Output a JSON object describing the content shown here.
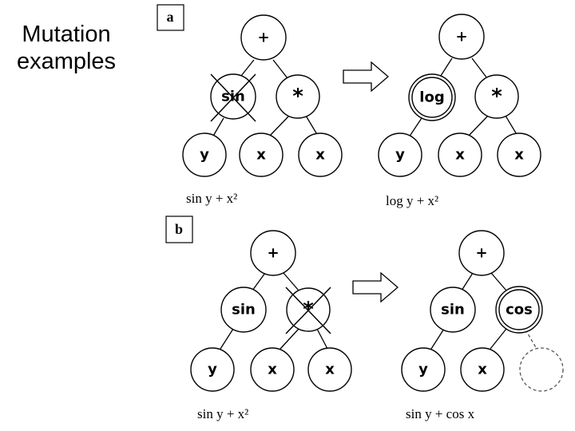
{
  "title": {
    "line1": "Mutation",
    "line2": "examples"
  },
  "panel_a": {
    "letter": "a",
    "before": {
      "root": "+",
      "left": "sin",
      "right": "*",
      "leaf1": "y",
      "leaf2": "x",
      "leaf3": "x",
      "formula": "sin y + x²",
      "crossed_node": "sin"
    },
    "after": {
      "root": "+",
      "left": "log",
      "right": "*",
      "leaf1": "y",
      "leaf2": "x",
      "leaf3": "x",
      "formula": "log y + x²",
      "highlighted_node": "log"
    }
  },
  "panel_b": {
    "letter": "b",
    "before": {
      "root": "+",
      "left": "sin",
      "right": "*",
      "leaf1": "y",
      "leaf2": "x",
      "leaf3": "x",
      "formula": "sin y + x²",
      "crossed_node": "*"
    },
    "after": {
      "root": "+",
      "left": "sin",
      "right": "cos",
      "leaf1": "y",
      "leaf2": "x",
      "formula": "sin y + cos x",
      "highlighted_node": "cos",
      "dashed_child": "empty"
    }
  },
  "arrow_icon": "right-arrow-icon",
  "colors": {
    "stroke": "#000000",
    "background": "#ffffff",
    "dashed": "#555555"
  }
}
